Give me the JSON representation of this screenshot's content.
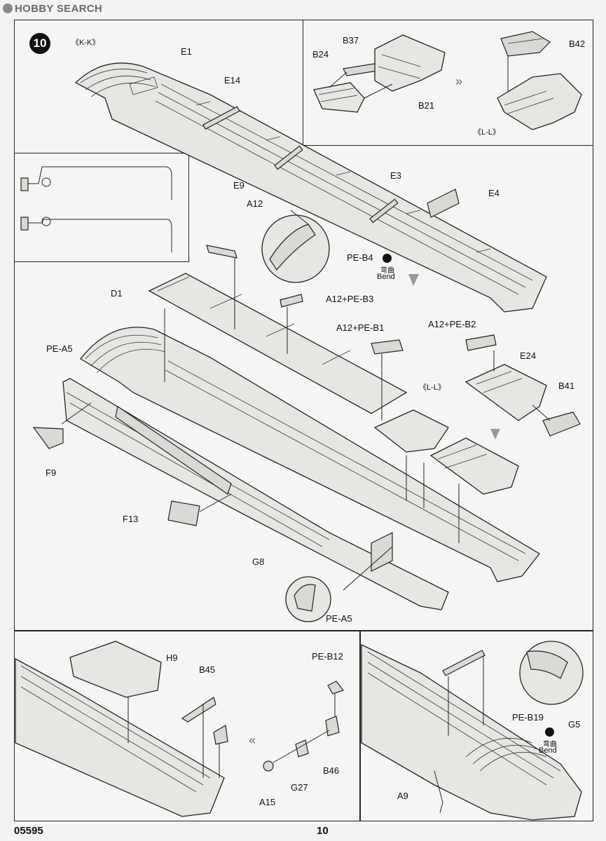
{
  "watermark": "HOBBY SEARCH",
  "step_number": "10",
  "view_labels": {
    "kk": "《K-K》",
    "ll_top": "《L-L》",
    "ll_mid": "《L-L》"
  },
  "parts": {
    "E1": "E1",
    "E14": "E14",
    "E9": "E9",
    "E3": "E3",
    "E4": "E4",
    "B24": "B24",
    "B37": "B37",
    "B21": "B21",
    "B42": "B42",
    "A12": "A12",
    "PE_B4": "PE-B4",
    "D1": "D1",
    "A12_PE_B3": "A12+PE-B3",
    "A12_PE_B1": "A12+PE-B1",
    "A12_PE_B2": "A12+PE-B2",
    "E24": "E24",
    "B41": "B41",
    "PE_A5_top": "PE-A5",
    "F9": "F9",
    "F13": "F13",
    "G8": "G8",
    "PE_A5_bottom": "PE-A5",
    "H9": "H9",
    "B45": "B45",
    "PE_B12": "PE-B12",
    "B46": "B46",
    "G27": "G27",
    "A15": "A15",
    "PE_B19": "PE-B19",
    "G5": "G5",
    "A9": "A9"
  },
  "bend_notes": {
    "top": {
      "cn": "弯曲",
      "en": "Bend"
    },
    "bottom": {
      "cn": "弯曲",
      "en": "Bend"
    }
  },
  "footer": {
    "catalog": "05595",
    "page": "10"
  }
}
